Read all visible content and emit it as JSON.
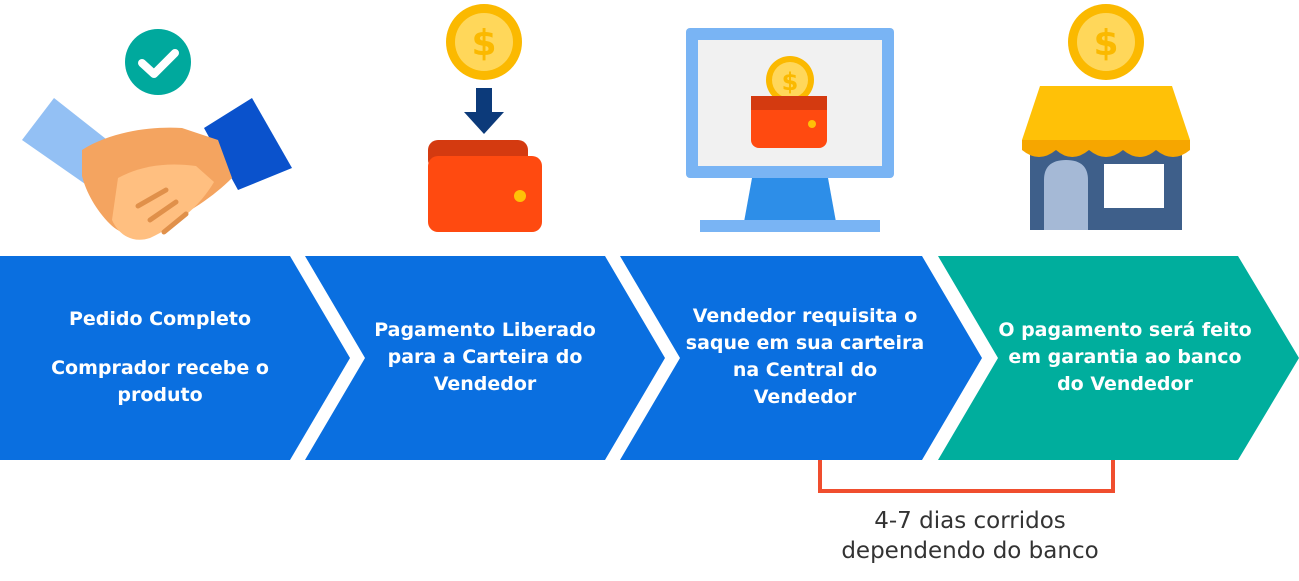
{
  "steps": [
    {
      "title": "Pedido Completo",
      "subtitle": "Comprador recebe o produto",
      "color": "#0a6fe0"
    },
    {
      "title": "Pagamento Liberado para a Carteira do Vendedor",
      "color": "#0a6fe0"
    },
    {
      "title": "Vendedor requisita o saque em sua carteira na Central do Vendedor",
      "color": "#0a6fe0"
    },
    {
      "title": "O pagamento será feito em garantia ao banco do Vendedor",
      "color": "#00ae9d"
    }
  ],
  "timing_note": {
    "line1": "4-7 dias corridos",
    "line2": "dependendo do banco",
    "bracket_color": "#f04e2e"
  },
  "icons": [
    "handshake-icon",
    "check-icon",
    "coin-icon",
    "down-arrow-icon",
    "wallet-icon",
    "monitor-icon",
    "store-icon"
  ]
}
